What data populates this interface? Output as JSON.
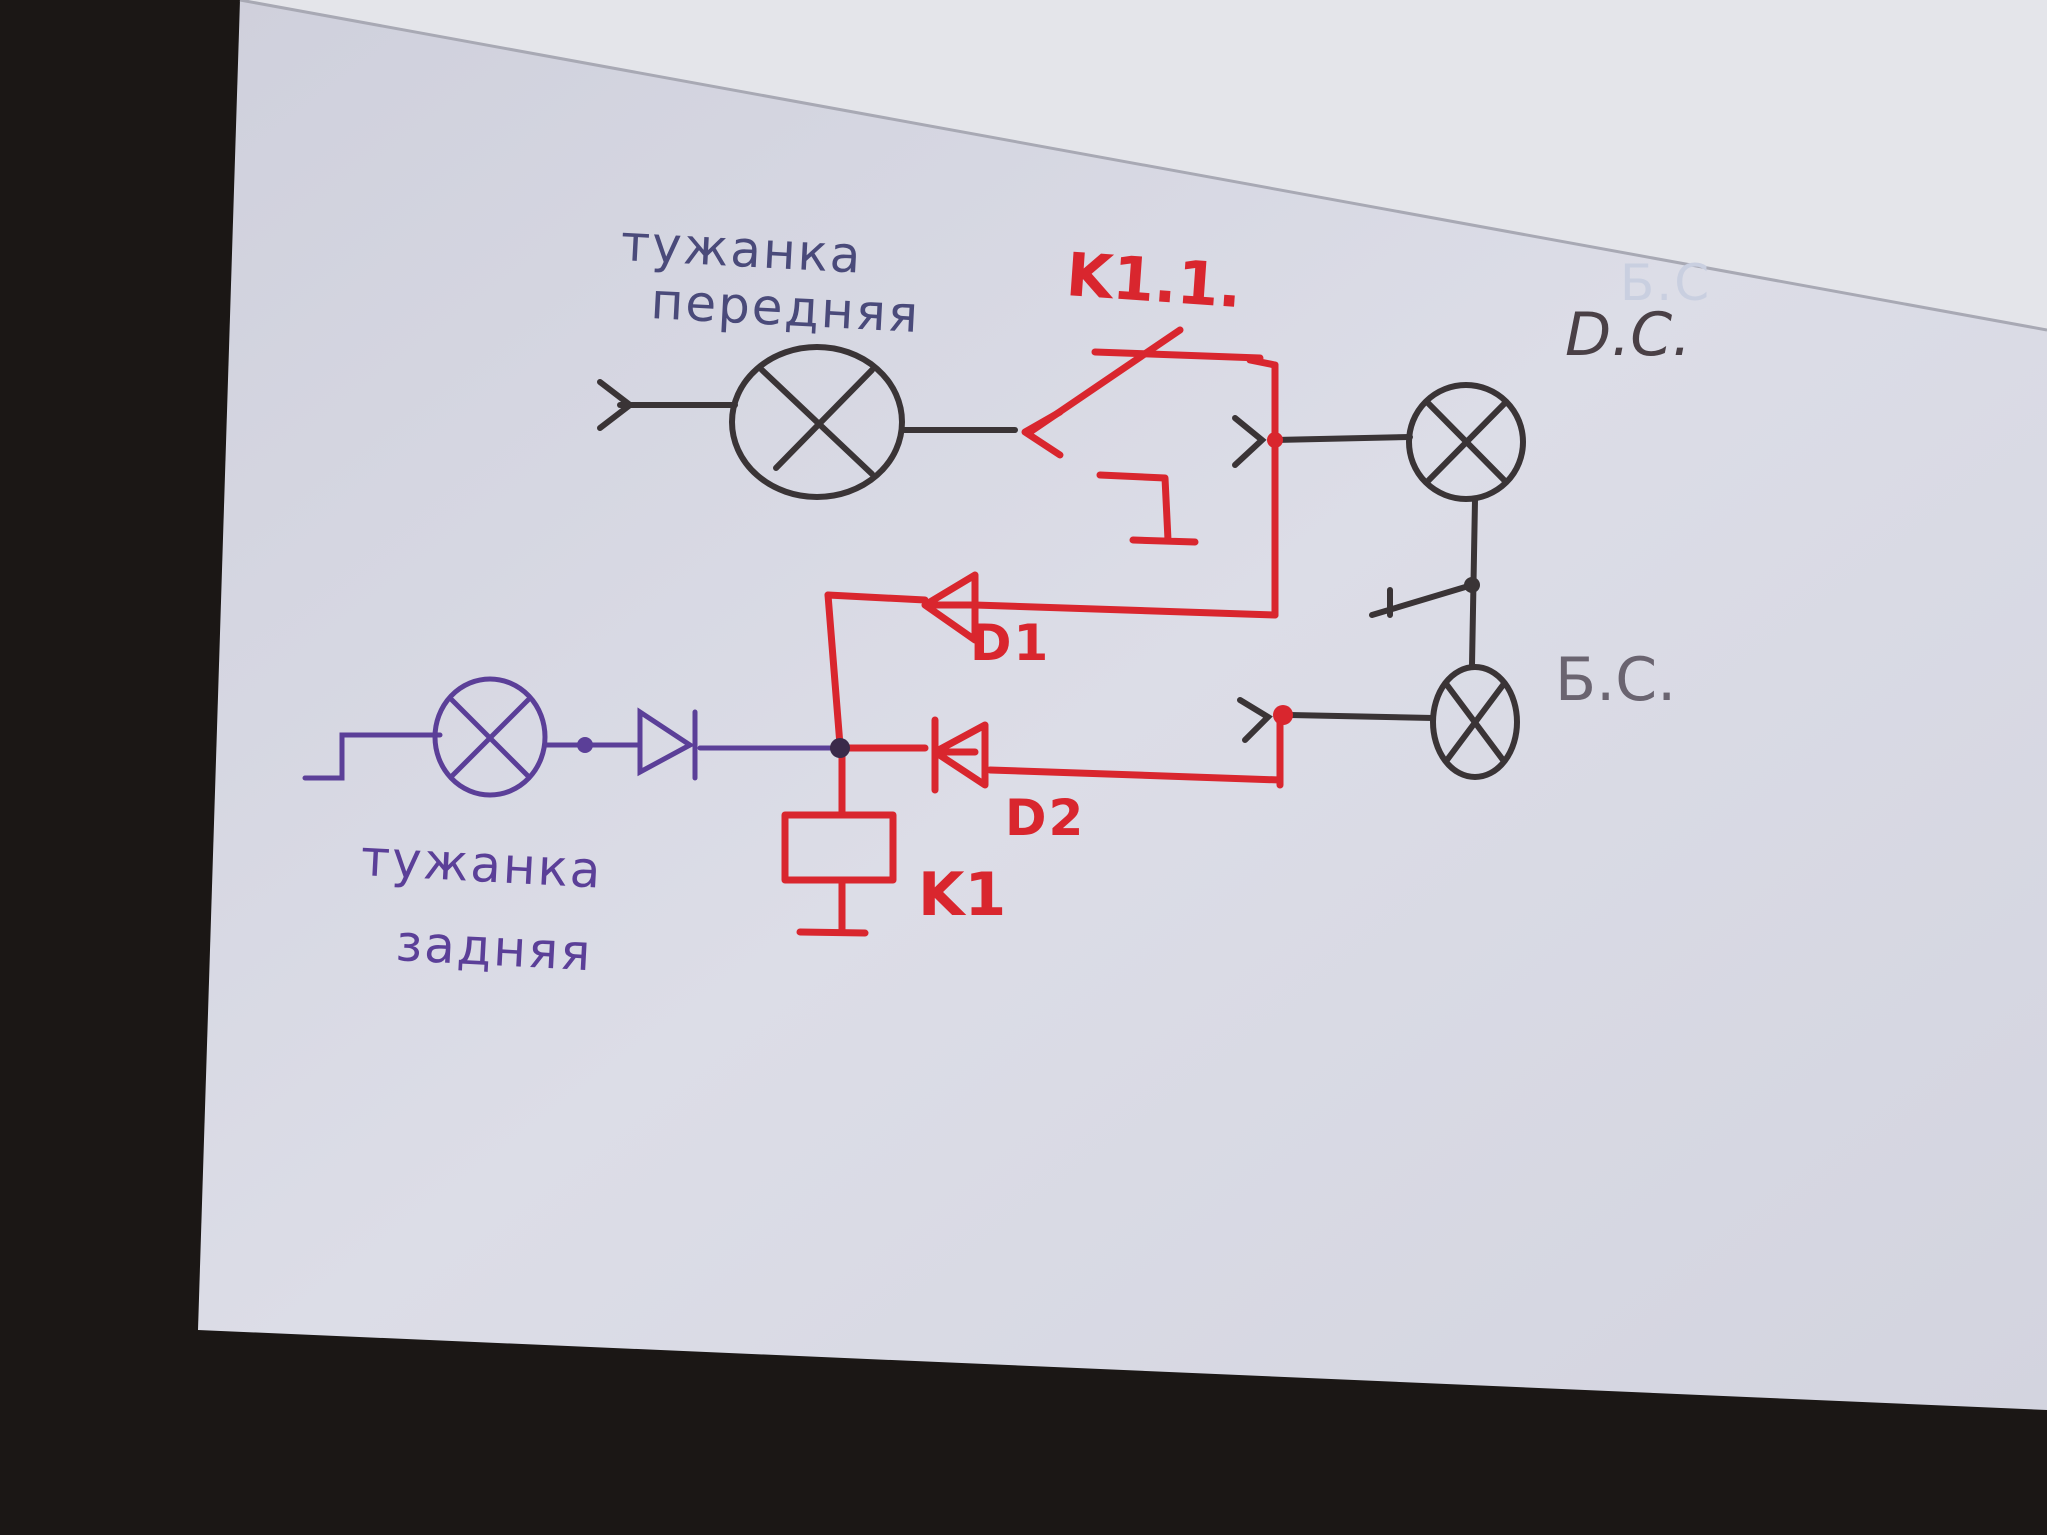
{
  "labels": {
    "front_fog_line1": "тужанка",
    "front_fog_line2": "передняя",
    "rear_fog_line1": "тужанка",
    "rear_fog_line2": "задняя",
    "relay_contact": "K1.1.",
    "relay_coil": "K1",
    "diode1": "D1",
    "diode2": "D2",
    "lamp_top_right": "D.C.",
    "lamp_bottom_right": "Б.С.",
    "faint_corner": "Б.С"
  },
  "colors": {
    "background": "#1b1715",
    "paper": "#dadbe6",
    "paper_top": "#e4e5ea",
    "ink_black": "#3a3436",
    "ink_red": "#d9262e",
    "ink_blue": "#5b3f98",
    "ink_front_label": "#4a4a7a",
    "ink_grey_label": "#6a6470"
  }
}
